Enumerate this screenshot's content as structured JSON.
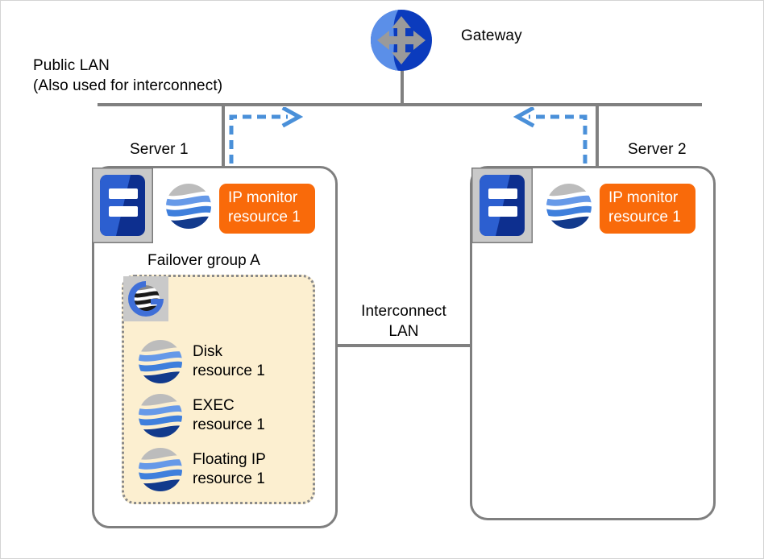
{
  "diagram": {
    "title_labels": {
      "public_lan": "Public  LAN\n(Also used for interconnect)",
      "gateway": "Gateway",
      "server1": "Server 1",
      "server2": "Server 2",
      "interconnect_lan": "Interconnect\nLAN",
      "failover_group": "Failover group A"
    },
    "colors": {
      "line_gray": "#808080",
      "box_border": "#7f7f7f",
      "orange_chip": "#f96a0a",
      "group_fill": "#fcefd0",
      "group_border": "#8a8a8a",
      "arrow_blue": "#4a90d9",
      "icon_blue_light": "#6699e8",
      "icon_blue_dark": "#123a8c",
      "icon_gray": "#bcbcbc",
      "server_icon_blue": "#2c5fd0",
      "server_icon_navy": "#0d2f8f",
      "gateway_blue_light": "#5b8fe8",
      "gateway_blue_dark": "#0b3bbd",
      "gateway_arrow": "#9a9a9a"
    },
    "server1": {
      "icon_name": "server-icon",
      "monitor_chip": "IP monitor\nresource 1",
      "group": {
        "label": "Failover group A",
        "icon_name": "failover-group-icon",
        "resources": [
          {
            "label": "Disk\nresource 1",
            "icon_name": "resource-sphere-icon"
          },
          {
            "label": "EXEC\nresource 1",
            "icon_name": "resource-sphere-icon"
          },
          {
            "label": "Floating IP\nresource 1",
            "icon_name": "resource-sphere-icon"
          }
        ]
      }
    },
    "server2": {
      "icon_name": "server-icon",
      "monitor_chip": "IP monitor\nresource 1"
    },
    "arrows": {
      "left": {
        "name": "monitor-arrow-right",
        "direction": "right"
      },
      "right": {
        "name": "monitor-arrow-left",
        "direction": "left"
      }
    }
  }
}
